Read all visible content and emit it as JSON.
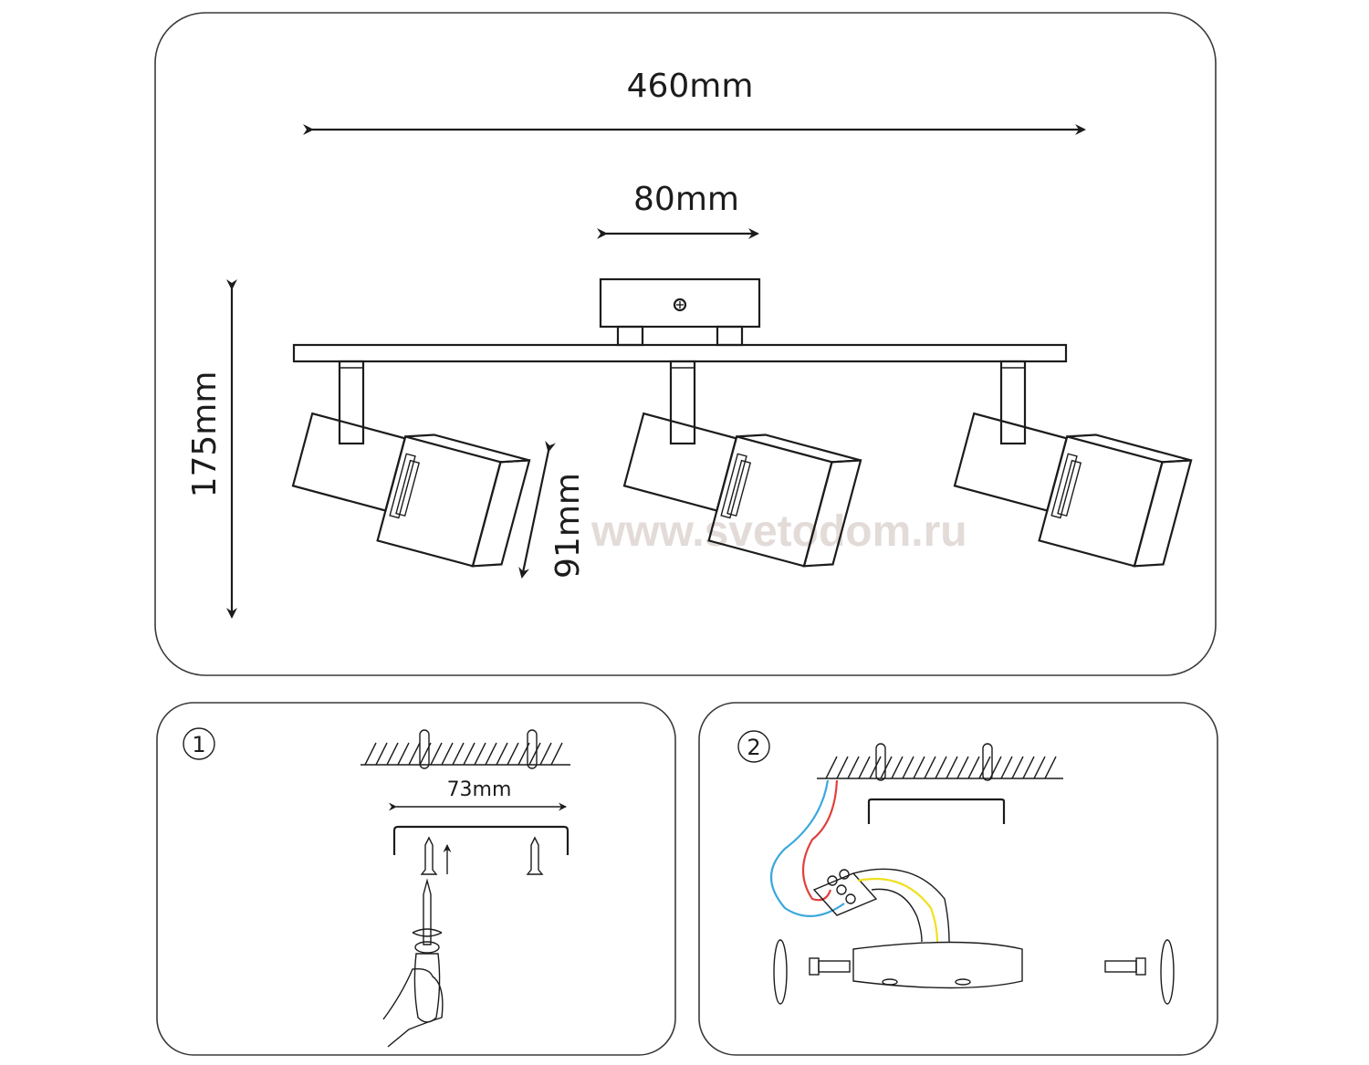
{
  "diagram": {
    "title": "Track spotlight dimension and installation drawing",
    "dimensions": {
      "overall_length": "460mm",
      "canopy_width": "80mm",
      "overall_height": "175mm",
      "shade_length": "91mm"
    },
    "watermark": "www.svetodom.ru",
    "spotlight_count": 3,
    "steps": [
      {
        "number": "1",
        "description": "Drill ceiling, insert anchors and fix mounting bracket with screws",
        "bracket_spacing": "73mm"
      },
      {
        "number": "2",
        "description": "Connect mains wires to terminal block and secure canopy with side screws"
      }
    ],
    "wire_colors": {
      "neutral": "#3aa8dc",
      "live": "#e0403c",
      "earth": "#f0e020",
      "internal": "#1c1c1c"
    }
  }
}
